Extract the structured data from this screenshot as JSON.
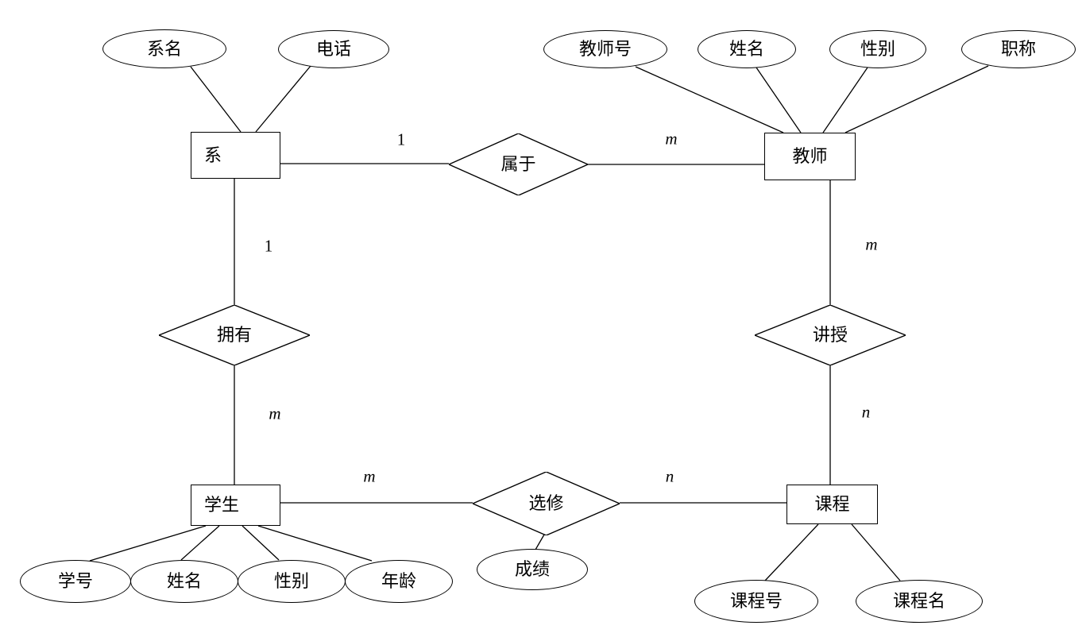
{
  "entities": {
    "department": {
      "label": "系"
    },
    "teacher": {
      "label": "教师"
    },
    "student": {
      "label": "学生"
    },
    "course": {
      "label": "课程"
    }
  },
  "relationships": {
    "belongs_to": {
      "label": "属于"
    },
    "owns": {
      "label": "拥有"
    },
    "teaches": {
      "label": "讲授"
    },
    "enrolls": {
      "label": "选修"
    }
  },
  "attributes": {
    "dept_name": {
      "label": "系名"
    },
    "dept_phone": {
      "label": "电话"
    },
    "teacher_id": {
      "label": "教师号"
    },
    "teacher_name": {
      "label": "姓名"
    },
    "teacher_gender": {
      "label": "性别"
    },
    "teacher_title": {
      "label": "职称"
    },
    "student_id": {
      "label": "学号"
    },
    "student_name": {
      "label": "姓名"
    },
    "student_gender": {
      "label": "性别"
    },
    "student_age": {
      "label": "年龄"
    },
    "grade": {
      "label": "成绩"
    },
    "course_id": {
      "label": "课程号"
    },
    "course_name": {
      "label": "课程名"
    }
  },
  "cardinalities": {
    "belongs_left": "1",
    "belongs_right": "m",
    "owns_top": "1",
    "owns_bottom": "m",
    "teaches_top": "m",
    "teaches_bottom": "n",
    "enrolls_left": "m",
    "enrolls_right": "n"
  },
  "colors": {
    "stroke": "#000000",
    "background": "#ffffff"
  }
}
